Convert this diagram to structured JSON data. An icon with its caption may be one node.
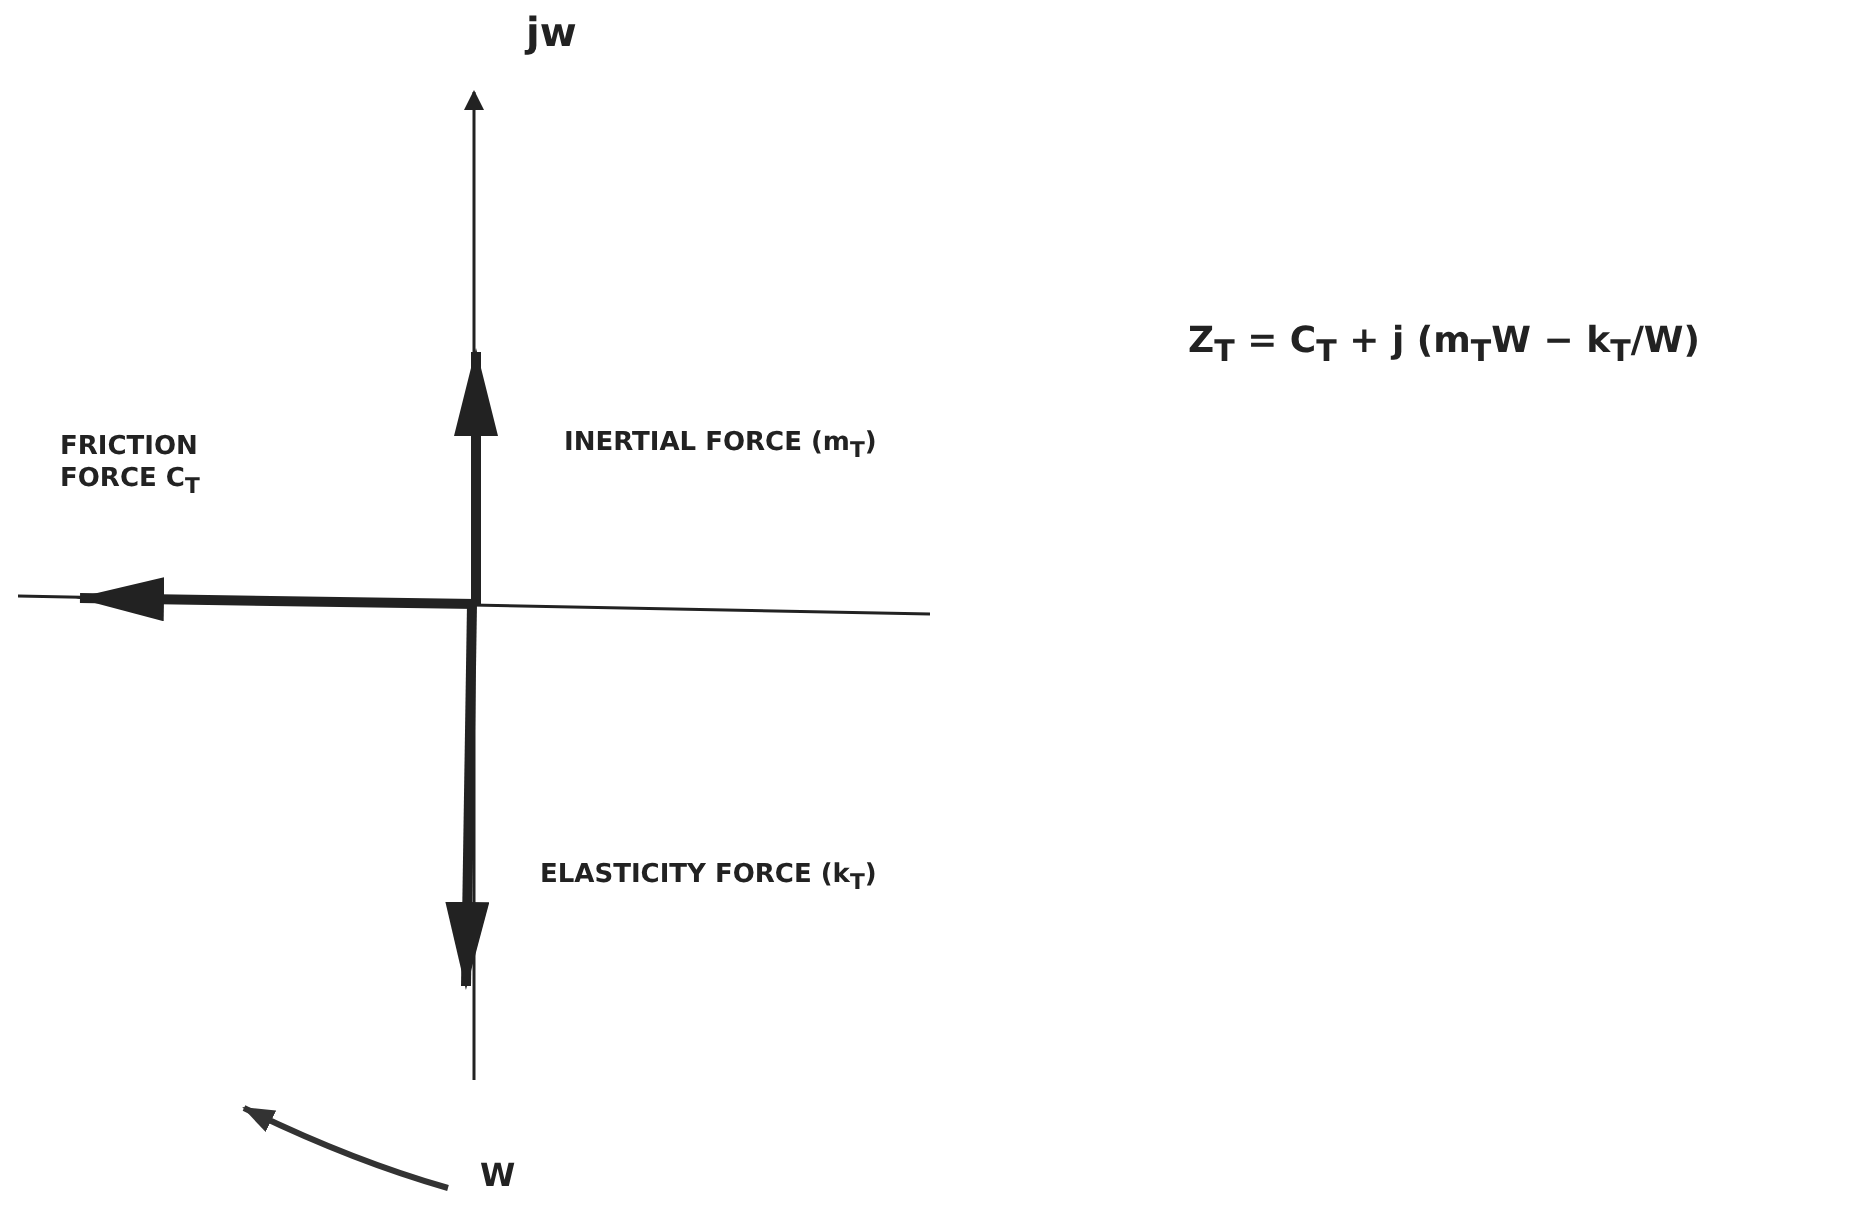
{
  "diagram": {
    "labels": [
      "jw",
      "FRICTION FORCE C$_{T}$",
      "INERTIAL FORCE (m$_{T}$)",
      "ELASTICITY FORCE (k$_{T}$)",
      "W",
      "Z$_{T}$ = C$_{T}$ + j (m$_{T}$W − k$_{T}$/W)"
    ]
  }
}
